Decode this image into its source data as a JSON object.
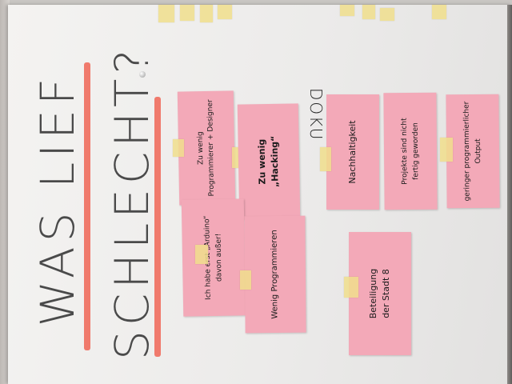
{
  "title": {
    "line1": "WAS LIEF",
    "line2": "SCHLECHT?"
  },
  "column_heading": "DOKU",
  "notes": [
    {
      "id": "n1",
      "lines": [
        "Zu wenig",
        "Programmierer + Designer"
      ]
    },
    {
      "id": "n2",
      "lines": [
        "Zu wenig",
        "„Hacking“"
      ]
    },
    {
      "id": "n3",
      "lines": [
        "Ich habe erst „Arduino“",
        "davon außer!"
      ]
    },
    {
      "id": "n4",
      "lines": [
        "Wenig Programmieren"
      ]
    },
    {
      "id": "n5",
      "lines": [
        "Nachhaltigkeit"
      ]
    },
    {
      "id": "n6",
      "lines": [
        "Projekte sind nicht",
        "fertig geworden"
      ]
    },
    {
      "id": "n7",
      "lines": [
        "geringer programmierlicher",
        "Output"
      ]
    },
    {
      "id": "n8",
      "lines": [
        "Beteiligung",
        "der Stadt 8"
      ]
    }
  ],
  "colors": {
    "sticky_note": "#f3a9b8",
    "underline": "#f07a6c",
    "tape": "#f0de8c"
  }
}
